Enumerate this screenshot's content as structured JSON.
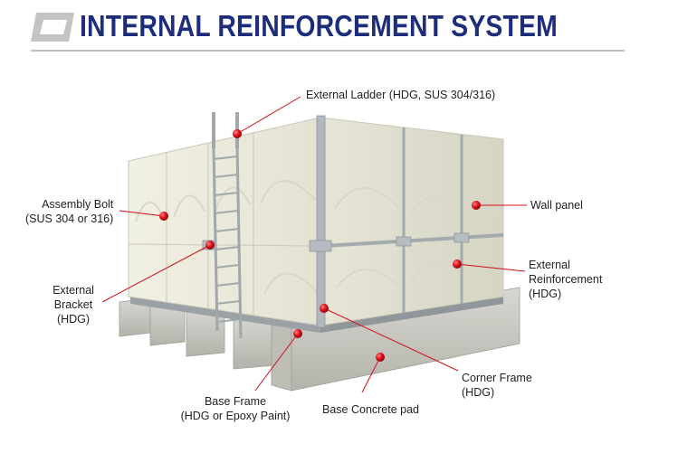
{
  "header": {
    "title": "INTERNAL REINFORCEMENT SYSTEM"
  },
  "callouts": {
    "external_ladder": "External Ladder (HDG, SUS 304/316)",
    "assembly_bolt": {
      "line1": "Assembly Bolt",
      "line2": "(SUS 304 or 316)"
    },
    "wall_panel": "Wall panel",
    "external_reinforcement": {
      "line1": "External",
      "line2": "Reinforcement",
      "line3": "(HDG)"
    },
    "external_bracket": {
      "line1": "External",
      "line2": "Bracket",
      "line3": "(HDG)"
    },
    "corner_frame": {
      "line1": "Corner Frame",
      "line2": "(HDG)"
    },
    "base_frame": {
      "line1": "Base Frame",
      "line2": "(HDG or Epoxy Paint)"
    },
    "base_concrete_pad": "Base Concrete pad"
  },
  "colors": {
    "title": "#1d2d7c",
    "marker": "#d0101a",
    "panel": "#ecebdc",
    "steel": "#a9b1b6",
    "concrete": "#c9c8c2"
  }
}
